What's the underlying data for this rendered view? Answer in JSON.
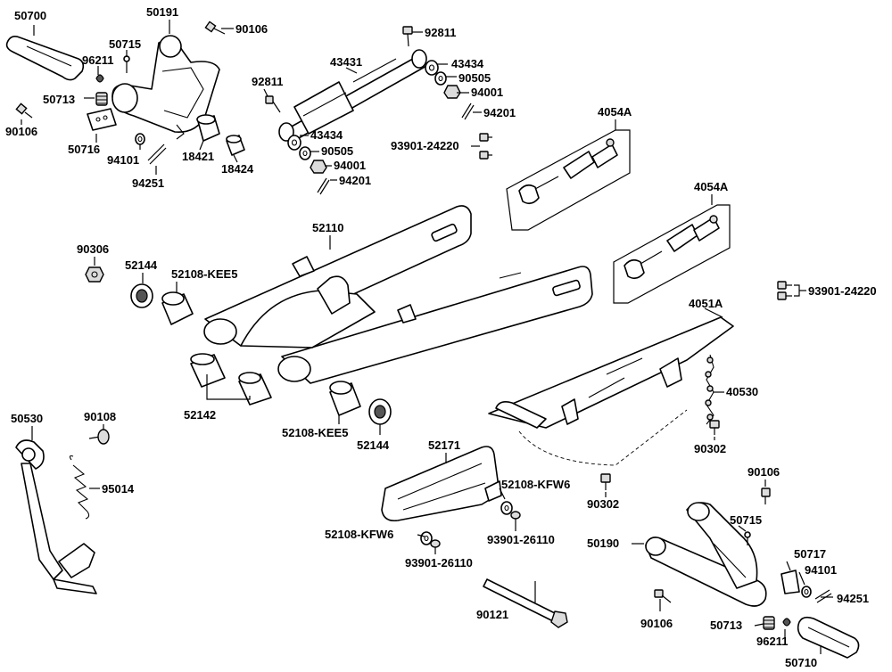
{
  "diagram": {
    "labels": {
      "p50700": "50700",
      "p50191": "50191",
      "p90106_a": "90106",
      "p50715_a": "50715",
      "p96211_a": "96211",
      "p50713_a": "50713",
      "p90106_b": "90106",
      "p50716": "50716",
      "p94101_a": "94101",
      "p94251_a": "94251",
      "p18421": "18421",
      "p18424": "18424",
      "p92811_a": "92811",
      "p43431": "43431",
      "p43434_a": "43434",
      "p90505_a": "90505",
      "p94001_a": "94001",
      "p94201_a": "94201",
      "p92811_b": "92811",
      "p43434_b": "43434",
      "p90505_b": "90505",
      "p94001_b": "94001",
      "p94201_b": "94201",
      "p4054A_a": "4054A",
      "p93901_24220_a": "93901-24220",
      "p4054A_b": "4054A",
      "p93901_24220_b": "93901-24220",
      "p90306": "90306",
      "p52144_a": "52144",
      "p52108_KEE5_a": "52108-KEE5",
      "p52110": "52110",
      "p4051A": "4051A",
      "p40530": "40530",
      "p90302_a": "90302",
      "p52142": "52142",
      "p52108_KEE5_b": "52108-KEE5",
      "p52144_b": "52144",
      "p50530": "50530",
      "p90108": "90108",
      "p95014": "95014",
      "p52171": "52171",
      "p52108_KFW6_a": "52108-KFW6",
      "p90302_b": "90302",
      "p52108_KFW6_b": "52108-KFW6",
      "p93901_26110_a": "93901-26110",
      "p93901_26110_b": "93901-26110",
      "p90106_c": "90106",
      "p50715_b": "50715",
      "p50190": "50190",
      "p50717": "50717",
      "p94101_b": "94101",
      "p94251_b": "94251",
      "p90121": "90121",
      "p90106_d": "90106",
      "p50713_b": "50713",
      "p96211_b": "96211",
      "p50710": "50710"
    }
  }
}
